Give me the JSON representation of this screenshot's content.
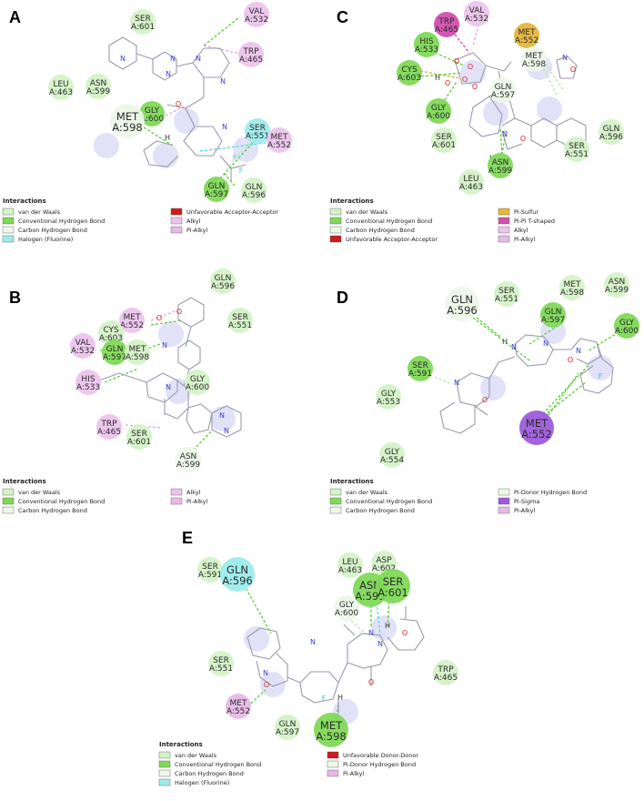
{
  "colors": {
    "van_der_waals": "#d4f2c7",
    "conventional_hbond": "#7fd957",
    "carbon_hbond": "#ecf8e8",
    "halogen": "#9cecec",
    "unfavorable": "#cc1c1c",
    "alkyl": "#ecc4ec",
    "pi_alkyl": "#e7b9e7",
    "pi_sulfur": "#e5b73b",
    "pi_pi_tshaped": "#d34fb0",
    "pi_sigma": "#9d5bdc",
    "ligand": "#9a9aac"
  },
  "panels": [
    {
      "label": "A",
      "residues": [
        {
          "name": "SER",
          "num": "A:601",
          "kind": "vdw"
        },
        {
          "name": "VAL",
          "num": "A:532",
          "kind": "alkyl"
        },
        {
          "name": "TRP",
          "num": "A:465",
          "kind": "alkyl"
        },
        {
          "name": "LEU",
          "num": "A:463",
          "kind": "vdw"
        },
        {
          "name": "ASN",
          "num": "A:599",
          "kind": "vdw"
        },
        {
          "name": "GLY",
          "num": "A:600",
          "kind": "hbond"
        },
        {
          "name": "MET",
          "num": "A:598",
          "kind": "chbond"
        },
        {
          "name": "SER",
          "num": "A:551",
          "kind": "halogen"
        },
        {
          "name": "MET",
          "num": "A:552",
          "kind": "alkyl"
        },
        {
          "name": "GLN",
          "num": "A:597",
          "kind": "hbond"
        },
        {
          "name": "GLN",
          "num": "A:596",
          "kind": "vdw"
        }
      ],
      "atoms": [
        "N",
        "N",
        "N",
        "N",
        "N",
        "O",
        "N",
        "H",
        "F",
        "F"
      ],
      "legend": {
        "title": "Interactions",
        "items": [
          {
            "label": "van der Waals",
            "kind": "vdw"
          },
          {
            "label": "Conventional Hydrogen Bond",
            "kind": "hbond"
          },
          {
            "label": "Carbon Hydrogen Bond",
            "kind": "chbond"
          },
          {
            "label": "Halogen (Fluorine)",
            "kind": "halogen"
          },
          {
            "label": "Unfavorable Acceptor-Acceptor",
            "kind": "unfav"
          },
          {
            "label": "Alkyl",
            "kind": "alkyl"
          },
          {
            "label": "Pi-Alkyl",
            "kind": "pialkyl"
          }
        ]
      }
    },
    {
      "label": "B",
      "residues": [
        {
          "name": "GLN",
          "num": "A:596",
          "kind": "vdw"
        },
        {
          "name": "MET",
          "num": "A:552",
          "kind": "alkyl"
        },
        {
          "name": "SER",
          "num": "A:551",
          "kind": "vdw"
        },
        {
          "name": "CYS",
          "num": "A:603",
          "kind": "vdw"
        },
        {
          "name": "VAL",
          "num": "A:532",
          "kind": "alkyl"
        },
        {
          "name": "GLN",
          "num": "A:597",
          "kind": "hbond"
        },
        {
          "name": "MET",
          "num": "A:598",
          "kind": "vdw"
        },
        {
          "name": "HIS",
          "num": "A:533",
          "kind": "alkyl"
        },
        {
          "name": "GLY",
          "num": "A:600",
          "kind": "vdw"
        },
        {
          "name": "TRP",
          "num": "A:465",
          "kind": "alkyl"
        },
        {
          "name": "SER",
          "num": "A:601",
          "kind": "vdw"
        },
        {
          "name": "ASN",
          "num": "A:599",
          "kind": "chbond"
        }
      ],
      "atoms": [
        "O",
        "O",
        "N",
        "N",
        "N",
        "N"
      ],
      "legend": {
        "title": "Interactions",
        "items": [
          {
            "label": "van der Waals",
            "kind": "vdw"
          },
          {
            "label": "Conventional Hydrogen Bond",
            "kind": "hbond"
          },
          {
            "label": "Carbon Hydrogen Bond",
            "kind": "chbond"
          },
          {
            "label": "Alkyl",
            "kind": "alkyl"
          },
          {
            "label": "Pi-Alkyl",
            "kind": "pialkyl"
          }
        ]
      }
    },
    {
      "label": "C",
      "residues": [
        {
          "name": "TRP",
          "num": "A:465",
          "kind": "pipi"
        },
        {
          "name": "VAL",
          "num": "A:532",
          "kind": "alkyl"
        },
        {
          "name": "HIS",
          "num": "A:533",
          "kind": "hbond"
        },
        {
          "name": "MET",
          "num": "A:552",
          "kind": "pisulfur"
        },
        {
          "name": "CYS",
          "num": "A:603",
          "kind": "hbond"
        },
        {
          "name": "MET",
          "num": "A:598",
          "kind": "chbond"
        },
        {
          "name": "GLN",
          "num": "A:597",
          "kind": "chbond"
        },
        {
          "name": "GLY",
          "num": "A:600",
          "kind": "hbond"
        },
        {
          "name": "SER",
          "num": "A:601",
          "kind": "vdw"
        },
        {
          "name": "GLN",
          "num": "A:596",
          "kind": "vdw"
        },
        {
          "name": "SER",
          "num": "A:551",
          "kind": "vdw"
        },
        {
          "name": "ASN",
          "num": "A:599",
          "kind": "hbond"
        },
        {
          "name": "LEU",
          "num": "A:463",
          "kind": "vdw"
        }
      ],
      "atoms": [
        "O",
        "O",
        "H",
        "O",
        "O",
        "O",
        "N",
        "O",
        "N",
        "O",
        "H"
      ],
      "legend": {
        "title": "Interactions",
        "items": [
          {
            "label": "van der Waals",
            "kind": "vdw"
          },
          {
            "label": "Conventional Hydrogen Bond",
            "kind": "hbond"
          },
          {
            "label": "Carbon Hydrogen Bond",
            "kind": "chbond"
          },
          {
            "label": "Unfavorable Acceptor-Acceptor",
            "kind": "unfav"
          },
          {
            "label": "Pi-Sulfur",
            "kind": "pisulfur"
          },
          {
            "label": "Pi-Pi T-shaped",
            "kind": "pipi"
          },
          {
            "label": "Alkyl",
            "kind": "alkyl"
          },
          {
            "label": "Pi-Alkyl",
            "kind": "pialkyl"
          }
        ]
      }
    },
    {
      "label": "D",
      "residues": [
        {
          "name": "SER",
          "num": "A:551",
          "kind": "vdw"
        },
        {
          "name": "MET",
          "num": "A:598",
          "kind": "vdw"
        },
        {
          "name": "ASN",
          "num": "A:599",
          "kind": "vdw"
        },
        {
          "name": "GLN",
          "num": "A:596",
          "kind": "chbond"
        },
        {
          "name": "GLN",
          "num": "A:597",
          "kind": "hbond"
        },
        {
          "name": "GLY",
          "num": "A:600",
          "kind": "hbond"
        },
        {
          "name": "SER",
          "num": "A:591",
          "kind": "hbond"
        },
        {
          "name": "GLY",
          "num": "A:553",
          "kind": "vdw"
        },
        {
          "name": "MET",
          "num": "A:552",
          "kind": "pisigma"
        },
        {
          "name": "GLY",
          "num": "A:554",
          "kind": "vdw"
        }
      ],
      "atoms": [
        "H",
        "N",
        "N",
        "O",
        "N",
        "N",
        "O",
        "F"
      ],
      "legend": {
        "title": "Interactions",
        "items": [
          {
            "label": "van der Waals",
            "kind": "vdw"
          },
          {
            "label": "Conventional Hydrogen Bond",
            "kind": "hbond"
          },
          {
            "label": "Carbon Hydrogen Bond",
            "kind": "chbond"
          },
          {
            "label": "Pi-Donor Hydrogen Bond",
            "kind": "pidonor"
          },
          {
            "label": "Pi-Sigma",
            "kind": "pisigma"
          },
          {
            "label": "Pi-Alkyl",
            "kind": "pialkyl"
          }
        ]
      }
    },
    {
      "label": "E",
      "residues": [
        {
          "name": "SER",
          "num": "A:591",
          "kind": "vdw"
        },
        {
          "name": "LEU",
          "num": "A:463",
          "kind": "vdw"
        },
        {
          "name": "ASP",
          "num": "A:602",
          "kind": "vdw"
        },
        {
          "name": "GLN",
          "num": "A:596",
          "kind": "halogen"
        },
        {
          "name": "ASN",
          "num": "A:599",
          "kind": "hbond"
        },
        {
          "name": "SER",
          "num": "A:601",
          "kind": "hbond"
        },
        {
          "name": "GLY",
          "num": "A:600",
          "kind": "chbond"
        },
        {
          "name": "SER",
          "num": "A:551",
          "kind": "vdw"
        },
        {
          "name": "TRP",
          "num": "A:465",
          "kind": "vdw"
        },
        {
          "name": "MET",
          "num": "A:552",
          "kind": "pialkyl"
        },
        {
          "name": "GLN",
          "num": "A:597",
          "kind": "vdw"
        },
        {
          "name": "MET",
          "num": "A:598",
          "kind": "hbond"
        }
      ],
      "atoms": [
        "N",
        "N",
        "O",
        "H",
        "O",
        "N",
        "O",
        "N",
        "H",
        "F"
      ],
      "legend": {
        "title": "Interactions",
        "items": [
          {
            "label": "van der Waals",
            "kind": "vdw"
          },
          {
            "label": "Conventional Hydrogen Bond",
            "kind": "hbond"
          },
          {
            "label": "Carbon Hydrogen Bond",
            "kind": "chbond"
          },
          {
            "label": "Halogen (Fluorine)",
            "kind": "halogen"
          },
          {
            "label": "Unfavorable Donor-Donor",
            "kind": "unfav"
          },
          {
            "label": "Pi-Donor Hydrogen Bond",
            "kind": "pidonor"
          },
          {
            "label": "Pi-Alkyl",
            "kind": "pialkyl"
          }
        ]
      }
    }
  ]
}
